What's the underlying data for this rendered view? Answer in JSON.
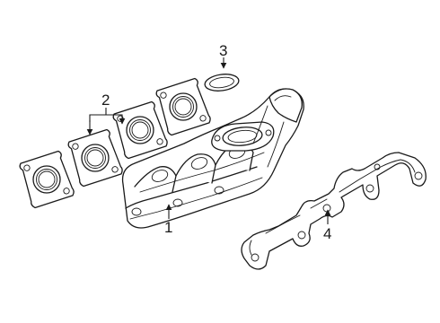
{
  "callouts": {
    "manifold": "1",
    "gasket": "2",
    "flange_gasket": "3",
    "heat_shield": "4"
  }
}
